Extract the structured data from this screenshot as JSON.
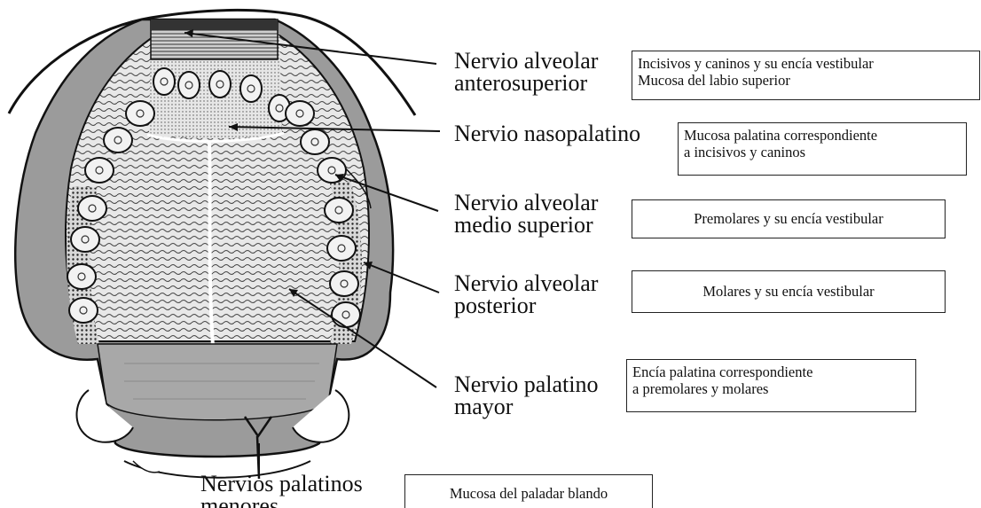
{
  "labels": [
    {
      "nerve": [
        "Nervio alveolar",
        "anterosuperior"
      ],
      "region": [
        "Incisivos y caninos y su encía vestibular",
        "Mucosa del labio superior"
      ]
    },
    {
      "nerve": [
        "Nervio nasopalatino"
      ],
      "region": [
        "Mucosa palatina correspondiente",
        "a incisivos y caninos"
      ]
    },
    {
      "nerve": [
        "Nervio alveolar",
        "medio superior"
      ],
      "region": [
        "Premolares y su encía vestibular"
      ]
    },
    {
      "nerve": [
        "Nervio alveolar",
        "posterior"
      ],
      "region": [
        "Molares y su encía vestibular"
      ]
    },
    {
      "nerve": [
        "Nervio palatino",
        "mayor"
      ],
      "region": [
        "Encía palatina correspondiente",
        "a premolares y molares"
      ]
    },
    {
      "nerve": [
        "Nervios palatinos",
        "menores"
      ],
      "region": [
        "Mucosa del paladar blando"
      ]
    }
  ],
  "colors": {
    "line": "#111111",
    "fill_dark": "#8c8c8c",
    "fill_mid": "#b9b9b9",
    "fill_light": "#dcdcdc"
  }
}
